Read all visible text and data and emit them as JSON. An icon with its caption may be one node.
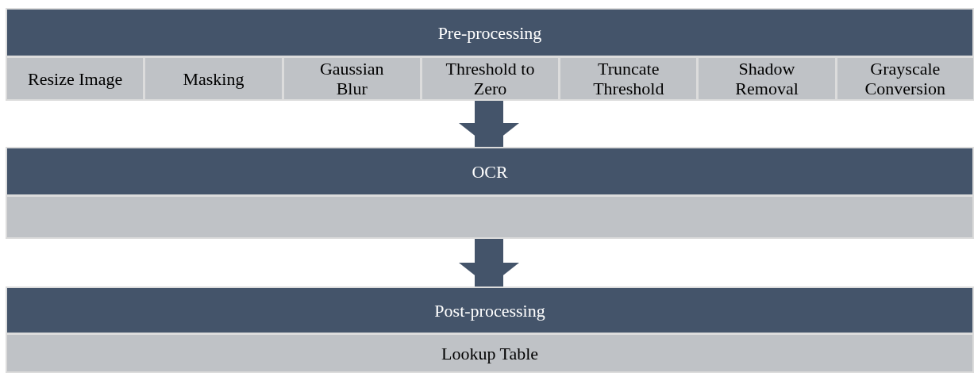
{
  "diagram": {
    "nodes": [
      {
        "text": [
          "Pre-processing"
        ]
      },
      {
        "text": [
          "Resize Image"
        ]
      },
      {
        "text": [
          "Masking"
        ]
      },
      {
        "text": [
          "Gaussian Blur"
        ]
      },
      {
        "text": [
          "Threshold to Zero"
        ]
      },
      {
        "text": [
          "Truncate Threshold"
        ]
      },
      {
        "text": [
          "Shadow Removal"
        ]
      },
      {
        "text": [
          "Grayscale Conversion"
        ]
      },
      {
        "text": [
          "OCR"
        ]
      },
      {
        "text": [],
        "shape": "box"
      },
      {
        "text": [
          "Post-processing"
        ]
      },
      {
        "text": [
          "Lookup Table"
        ]
      }
    ],
    "edges": [
      {
        "from": 4,
        "to": 8,
        "arrow": "to"
      },
      {
        "from": 9,
        "to": 10,
        "arrow": "to"
      }
    ]
  }
}
